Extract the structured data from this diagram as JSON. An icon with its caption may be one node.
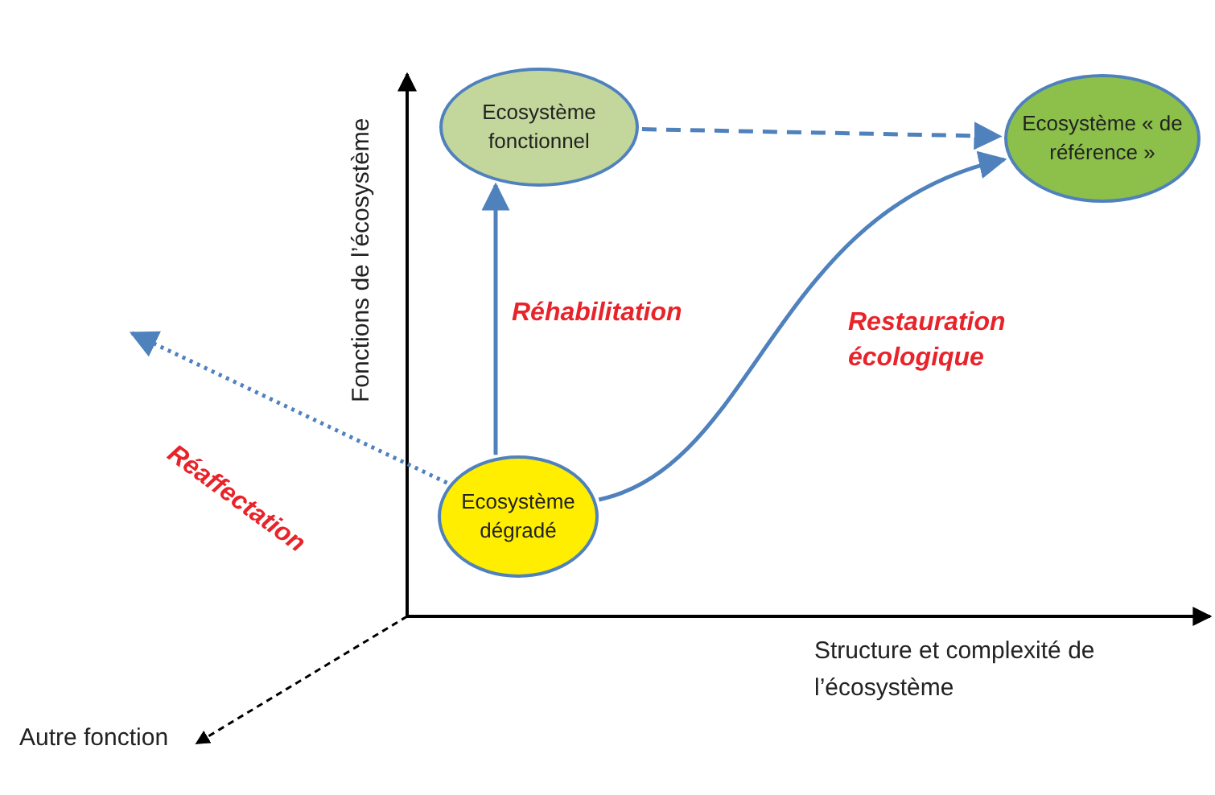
{
  "diagram": {
    "nodes": [
      {
        "text": [
          "Ecosystème fonctionnel"
        ]
      },
      {
        "text": [
          "Ecosystème « de référence »"
        ]
      },
      {
        "text": [
          "Ecosystème dégradé"
        ]
      }
    ],
    "edges": [
      {
        "from": 0,
        "to": 1,
        "arrow": "to",
        "style": "dashed"
      },
      {
        "from": 2,
        "to": 0,
        "arrow": "to",
        "label": "Réhabilitation"
      },
      {
        "from": 2,
        "to": 1,
        "arrow": "to",
        "label": "Restauration écologique"
      },
      {
        "from": 2,
        "to": null,
        "arrow": "to",
        "label": "Réaffectation",
        "style": "dashed"
      }
    ],
    "labels": [
      "Fonctions de l’écosystème",
      "Structure et complexité de l’écosystème",
      "Autre fonction"
    ]
  }
}
